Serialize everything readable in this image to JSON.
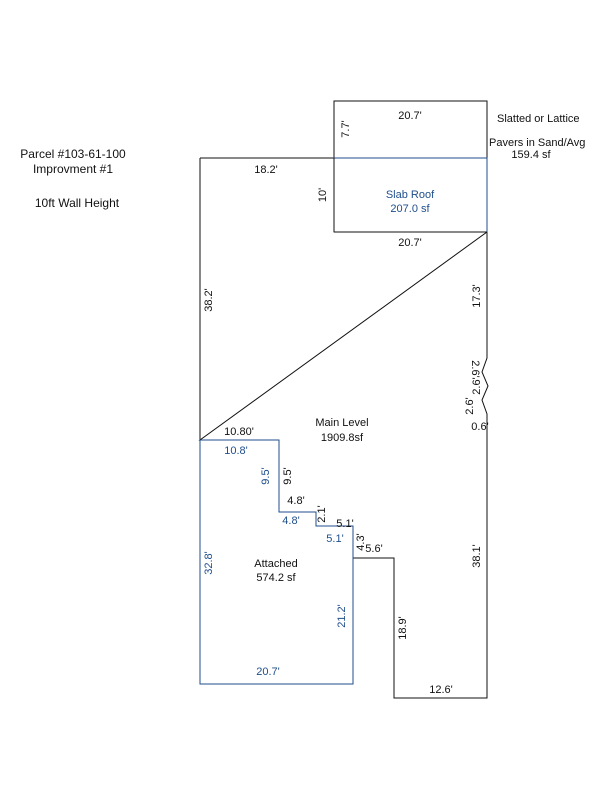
{
  "info": {
    "parcel": "Parcel #103-61-100",
    "improvement": "Improvment #1",
    "wall_height": "10ft Wall Height"
  },
  "areas": {
    "lattice": {
      "name": "Slatted or Lattice",
      "sub": "Pavers in Sand/Avg",
      "area": "159.4 sf"
    },
    "slab": {
      "name": "Slab Roof",
      "area": "207.0 sf"
    },
    "main": {
      "name": "Main Level",
      "area": "1909.8sf"
    },
    "attached": {
      "name": "Attached",
      "area": "574.2 sf"
    }
  },
  "dimensions": {
    "lattice_top": "20.7'",
    "lattice_left": "7.7'",
    "slab_left": "10'",
    "slab_bottom": "20.7'",
    "main_top": "18.2'",
    "main_left": "38.2'",
    "right_upper": "17.3'",
    "notch_a": "2.6'",
    "notch_b": "2.6'",
    "notch_c": "2.6'",
    "notch_d": "0.6'",
    "right_lower": "38.1'",
    "step_top": "10.80'",
    "step_drop": "9.5'",
    "step_mid": "4.8'",
    "step_small_drop": "2.1'",
    "step_run2": "5.1'",
    "step_drop3": "4.3'",
    "step_run3": "5.6'",
    "lower_drop": "18.9'",
    "bottom": "12.6'"
  },
  "attached_dims": {
    "top": "10.8'",
    "drop1": "9.5'",
    "run1": "4.8'",
    "run2": "5.1'",
    "left": "32.8'",
    "right": "21.2'",
    "bottom": "20.7'"
  },
  "colors": {
    "outline": "#111111",
    "attached": "#1f4e8c",
    "slab": "#1f4e8c"
  }
}
